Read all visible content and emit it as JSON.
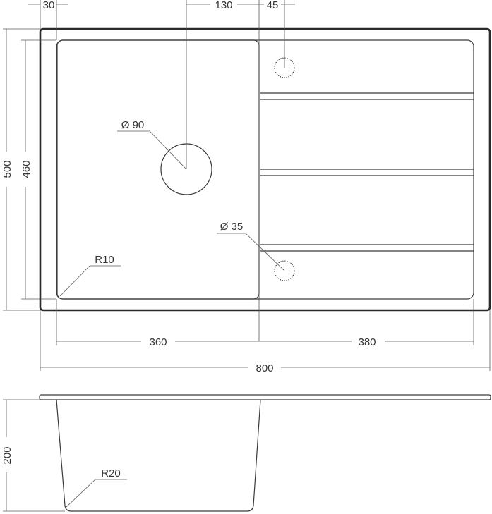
{
  "drawing": {
    "dims": {
      "top_30": "30",
      "top_130": "130",
      "top_45": "45",
      "left_500": "500",
      "left_460": "460",
      "diameter_90": "Ø 90",
      "diameter_35": "Ø 35",
      "radius_10": "R10",
      "bottom_360": "360",
      "bottom_380": "380",
      "overall_800": "800",
      "side_200": "200",
      "radius_20": "R20"
    },
    "colors": {
      "line": "#2a2a2a",
      "thin_line": "#5a5a5a",
      "background": "#ffffff"
    }
  }
}
